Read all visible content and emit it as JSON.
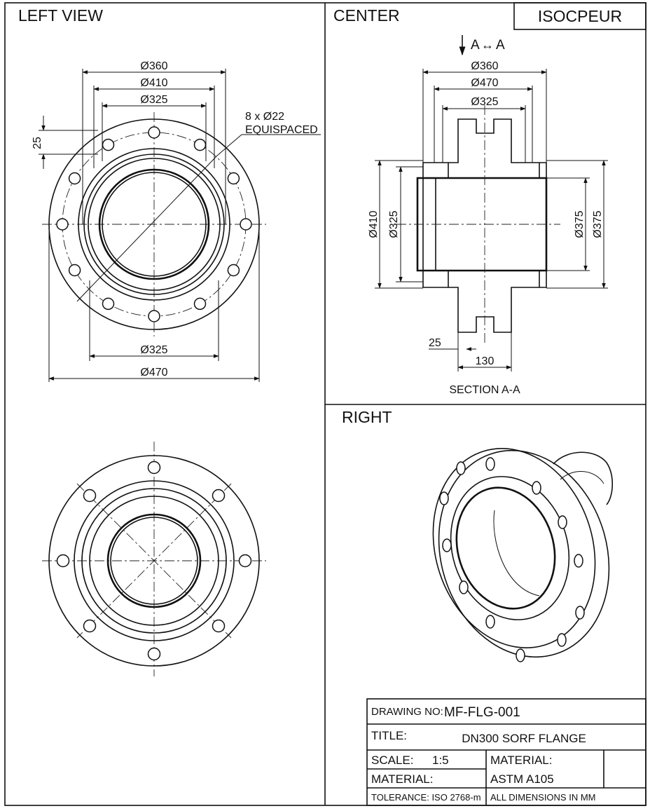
{
  "panels": {
    "left_view": {
      "heading": "LEFT VIEW"
    },
    "center": {
      "heading": "CENTER",
      "standard": "ISOCPEUR"
    },
    "right": {
      "heading": "RIGHT"
    }
  },
  "left_view_dims": {
    "d360": "Ø360",
    "d410": "Ø410",
    "d325_top": "Ø325",
    "holes_count": "8 x Ø22",
    "holes_note": "EQUISPACED",
    "offset_25": "25",
    "d325_bottom": "Ø325",
    "d470": "Ø470"
  },
  "section": {
    "marker": "A",
    "marker_arrow": "↔",
    "marker_right": "A",
    "d360": "Ø360",
    "d470": "Ø470",
    "d325_top": "Ø325",
    "d410_left": "Ø410",
    "d325_left": "Ø325",
    "d375_right_a": "Ø375",
    "d375_right_b": "Ø375",
    "dim_25": "25",
    "dim_130": "130",
    "caption": "SECTION A-A"
  },
  "title_block": {
    "drawing_no_label": "DRAWING NO:",
    "drawing_no": "MF-FLG-001",
    "title_label": "TITLE:",
    "title": "DN300 SORF FLANGE",
    "scale_label": "SCALE:",
    "scale": "1:5",
    "material_label_right": "MATERIAL:",
    "material_label_left": "MATERIAL:",
    "material": "ASTM A105",
    "tolerance": "TOLERANCE: ISO 2768-m",
    "units_note": "ALL DIMENSIONS IN MM"
  }
}
